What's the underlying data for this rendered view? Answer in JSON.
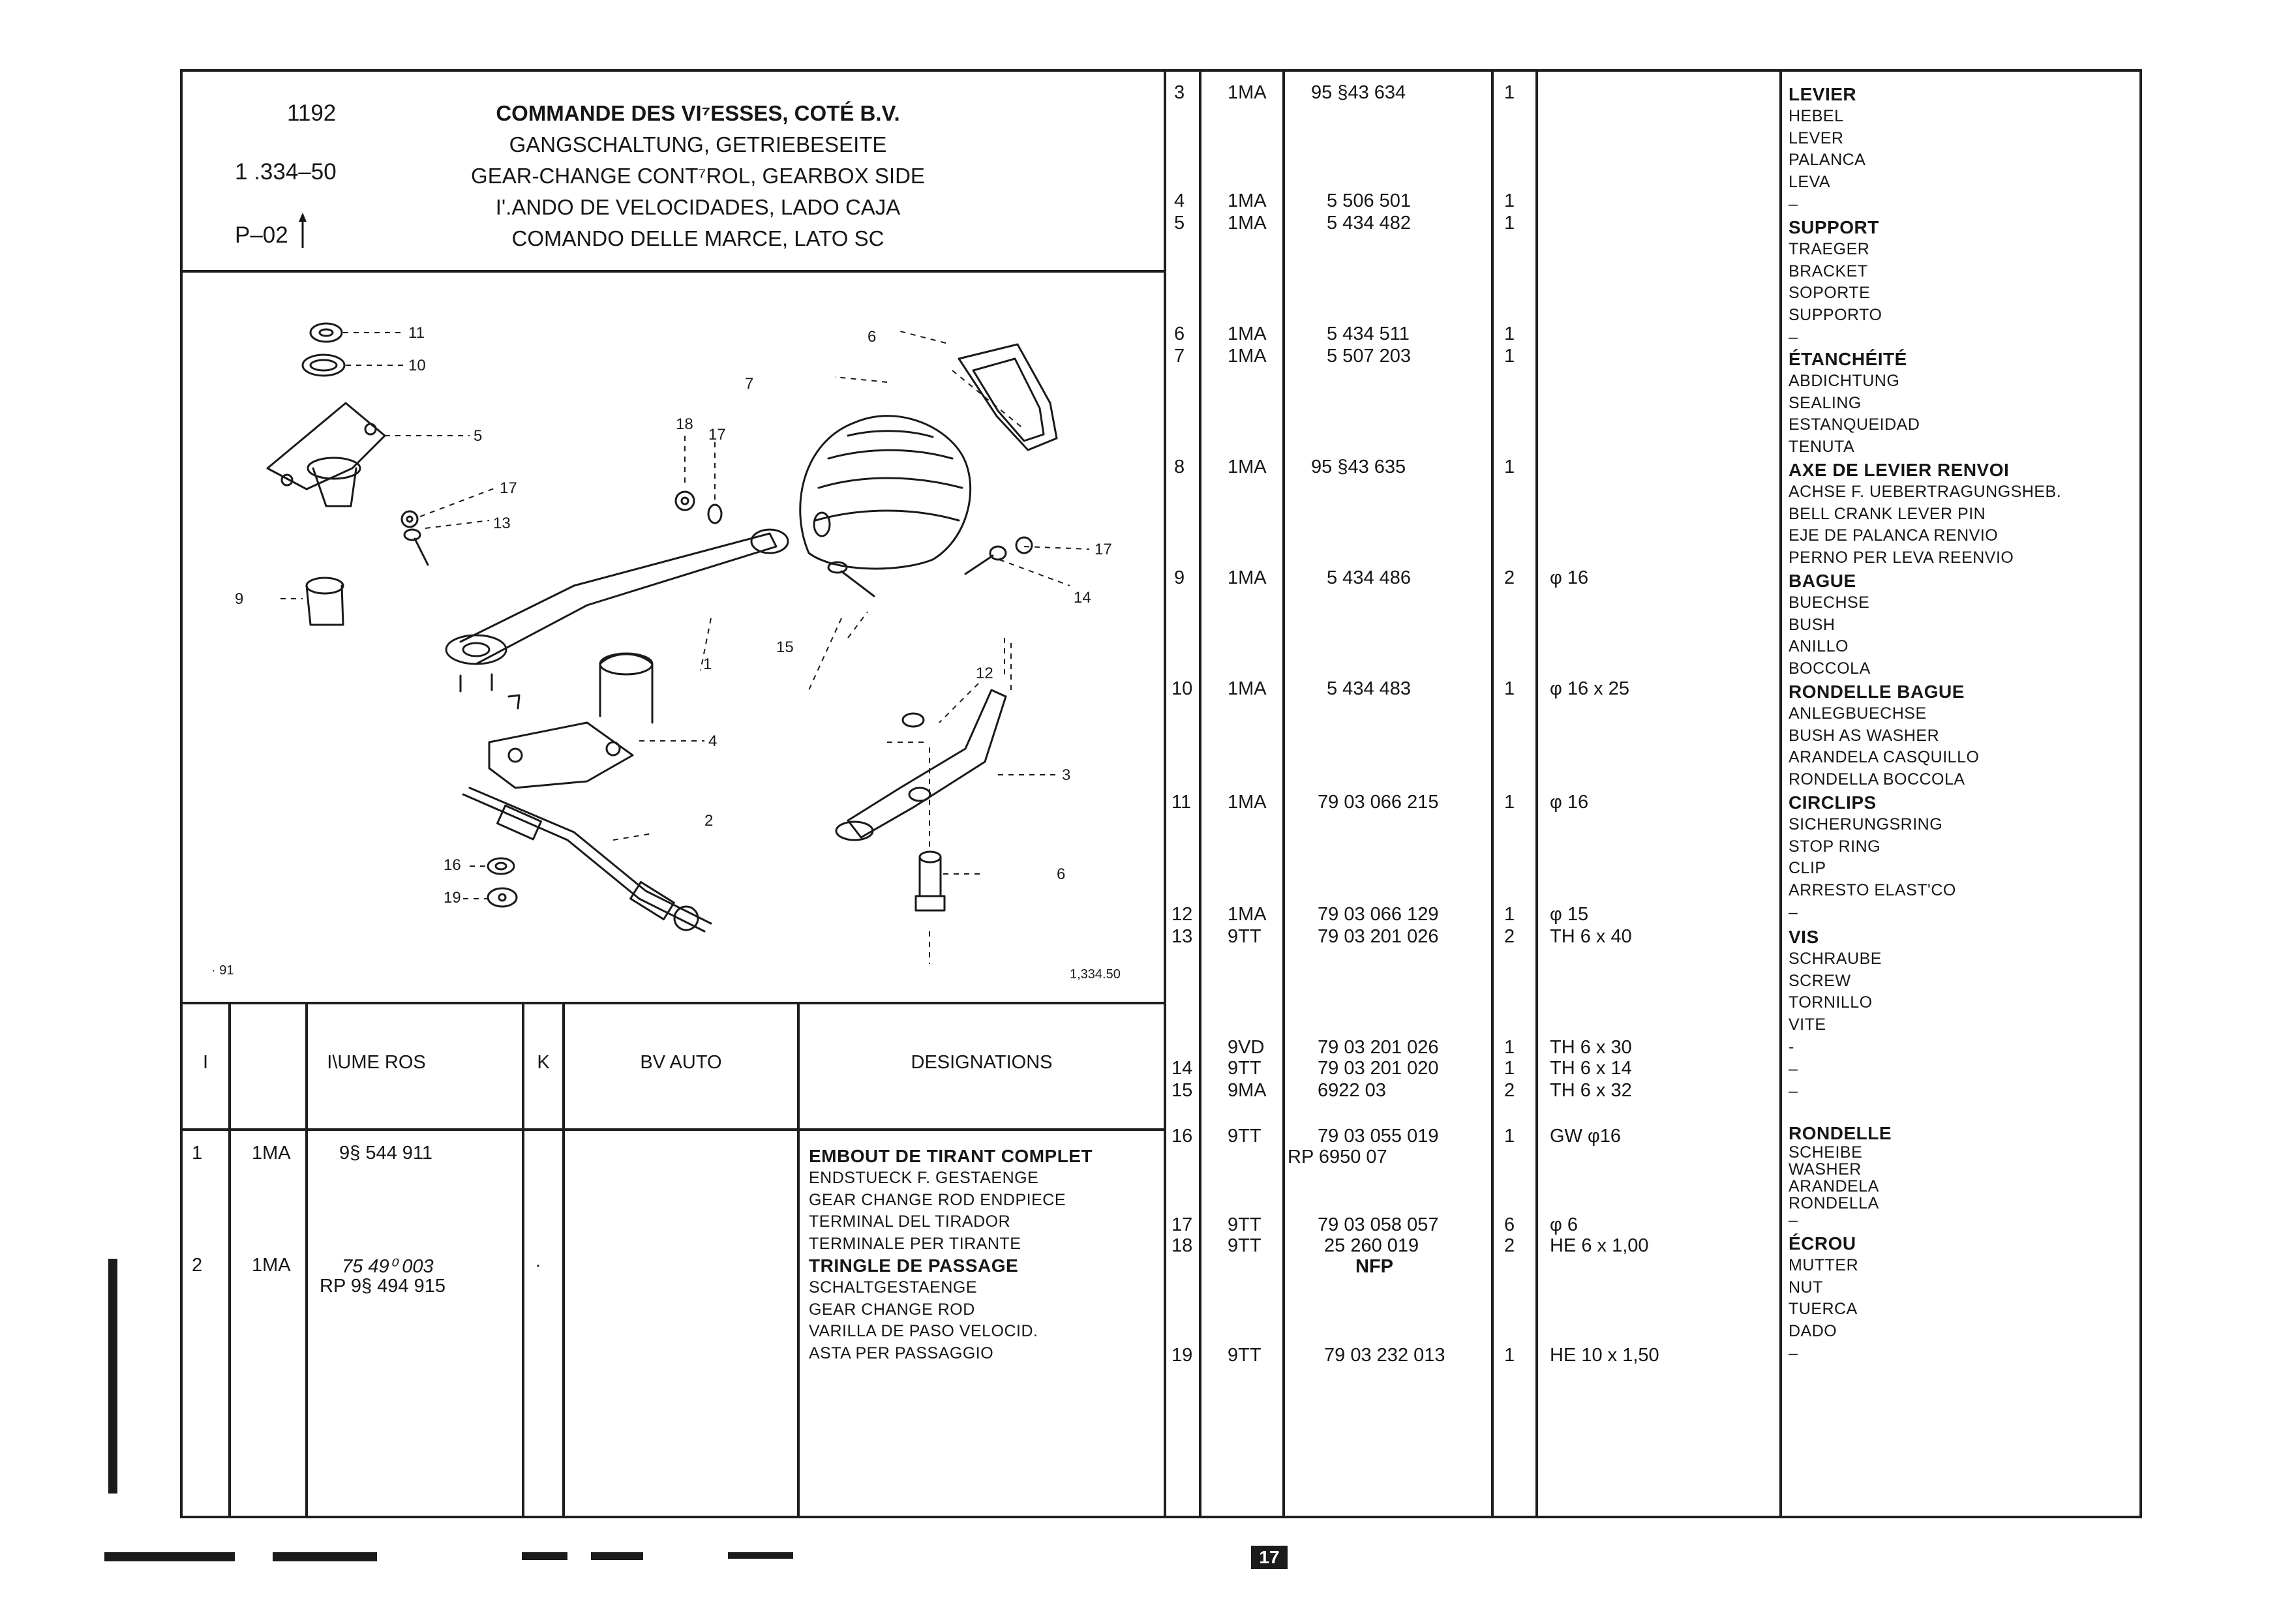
{
  "header": {
    "plate_no": "1192",
    "ref_no": "1 .334–50",
    "page_ref": "P–02",
    "title_lines": [
      "COMMANDE DES VI⁷ESSES, COTÉ B.V.",
      "GANGSCHALTUNG, GETRIEBESEITE",
      "GEAR-CHANGE CONT⁷ROL, GEARBOX SIDE",
      "I'.ANDO DE VELOCIDADES, LADO CAJA",
      "COMANDO DELLE MARCE, LATO SC"
    ]
  },
  "diagram": {
    "footer_left": "· 91",
    "footer_right": "1,334.50",
    "callouts": [
      "11",
      "10",
      "5",
      "18",
      "17",
      "17",
      "13",
      "7",
      "6",
      "17",
      "14",
      "9",
      "15",
      "1",
      "12",
      "4",
      "3",
      "2",
      "16",
      "19",
      "6"
    ]
  },
  "table_header": {
    "col_index": "I",
    "col_numeros": "I\\UME ROS",
    "col_k": "K",
    "col_bv": "BV AUTO",
    "col_designations": "DESIGNATIONS"
  },
  "left_rows": [
    {
      "idx": "1",
      "code": "1MA",
      "num": "9§ 544 911",
      "num2": "",
      "k": "",
      "title": "EMBOUT DE TIRANT COMPLET",
      "lines": [
        "ENDSTUECK F. GESTAENGE",
        "GEAR CHANGE ROD ENDPIECE",
        "TERMINAL DEL TIRADOR",
        "TERMINALE PER TIRANTE"
      ]
    },
    {
      "idx": "2",
      "code": "1MA",
      "num": "75 49⁰ 003",
      "num2": "RP 9§ 494 915",
      "k": "·",
      "title": "TRINGLE DE PASSAGE",
      "lines": [
        "SCHALTGESTAENGE",
        "GEAR CHANGE ROD",
        "VARILLA DE PASO VELOCID.",
        "ASTA PER PASSAGGIO"
      ]
    }
  ],
  "right_rows": [
    {
      "idx": "3",
      "code": "1MA",
      "num": "95 §43 634",
      "qty": "1",
      "note": ""
    },
    {
      "idx": "4",
      "code": "1MA",
      "num": "5 506 501",
      "qty": "1",
      "note": ""
    },
    {
      "idx": "5",
      "code": "1MA",
      "num": "5 434 482",
      "qty": "1",
      "note": ""
    },
    {
      "idx": "6",
      "code": "1MA",
      "num": "5 434 511",
      "qty": "1",
      "note": ""
    },
    {
      "idx": "7",
      "code": "1MA",
      "num": "5 507 203",
      "qty": "1",
      "note": ""
    },
    {
      "idx": "8",
      "code": "1MA",
      "num": "95 §43 635",
      "qty": "1",
      "note": ""
    },
    {
      "idx": "9",
      "code": "1MA",
      "num": "5 434 486",
      "qty": "2",
      "note": "φ 16"
    },
    {
      "idx": "10",
      "code": "1MA",
      "num": "5 434 483",
      "qty": "1",
      "note": "φ 16 x 25"
    },
    {
      "idx": "11",
      "code": "1MA",
      "num": "79 03 066 215",
      "qty": "1",
      "note": "φ 16"
    },
    {
      "idx": "12",
      "code": "1MA",
      "num": "79 03 066 129",
      "qty": "1",
      "note": "φ 15"
    },
    {
      "idx": "13",
      "code": "9TT",
      "num": "79 03 201 026",
      "qty": "2",
      "note": "TH 6 x 40"
    },
    {
      "idx": "",
      "code": "9VD",
      "num": "79 03 201 026",
      "qty": "1",
      "note": "TH 6 x 30"
    },
    {
      "idx": "14",
      "code": "9TT",
      "num": "79 03 201 020",
      "qty": "1",
      "note": "TH 6 x 14"
    },
    {
      "idx": "15",
      "code": "9MA",
      "num": "6922 03",
      "qty": "2",
      "note": "TH 6 x 32"
    },
    {
      "idx": "16",
      "code": "9TT",
      "num": "79 03 055 019",
      "qty": "1",
      "note": "GW φ16"
    },
    {
      "idx": "",
      "code": "",
      "num": "RP 6950 07",
      "qty": "",
      "note": ""
    },
    {
      "idx": "17",
      "code": "9TT",
      "num": "79 03 058 057",
      "qty": "6",
      "note": "φ 6"
    },
    {
      "idx": "18",
      "code": "9TT",
      "num": "25 260 019",
      "qty": "2",
      "note": "HE 6 x 1,00"
    },
    {
      "idx": "",
      "code": "",
      "num": "NFP",
      "qty": "",
      "note": ""
    },
    {
      "idx": "19",
      "code": "9TT",
      "num": "79 03 232 013",
      "qty": "1",
      "note": "HE 10 x 1,50"
    }
  ],
  "designations": [
    {
      "title": "LEVIER",
      "lines": [
        "HEBEL",
        "LEVER",
        "PALANCA",
        "LEVA",
        "–"
      ]
    },
    {
      "title": "SUPPORT",
      "lines": [
        "TRAEGER",
        "BRACKET",
        "SOPORTE",
        "SUPPORTO",
        "–"
      ]
    },
    {
      "title": "ÉTANCHÉITÉ",
      "lines": [
        "ABDICHTUNG",
        "SEALING",
        "ESTANQUEIDAD",
        "TENUTA"
      ]
    },
    {
      "title": "AXE DE LEVIER RENVOI",
      "lines": [
        "ACHSE F. UEBERTRAGUNGSHEB.",
        "BELL CRANK LEVER PIN",
        "EJE DE PALANCA RENVIO",
        "PERNO PER LEVA REENVIO"
      ]
    },
    {
      "title": "BAGUE",
      "lines": [
        "BUECHSE",
        "BUSH",
        "ANILLO",
        "BOCCOLA"
      ]
    },
    {
      "title": "RONDELLE BAGUE",
      "lines": [
        "ANLEGBUECHSE",
        "BUSH AS WASHER",
        "ARANDELA CASQUILLO",
        "RONDELLA BOCCOLA"
      ]
    },
    {
      "title": "CIRCLIPS",
      "lines": [
        "SICHERUNGSRING",
        "STOP RING",
        "CLIP",
        "ARRESTO ELAST'CO",
        "–"
      ]
    },
    {
      "title": "VIS",
      "lines": [
        "SCHRAUBE",
        "SCREW",
        "TORNILLO",
        "VITE",
        "-",
        "–",
        "–"
      ]
    },
    {
      "title": "RONDELLE",
      "lines": [
        "SCHEIBE",
        "WASHER",
        "ARANDELA",
        "RONDELLA",
        "–"
      ]
    },
    {
      "title": "ÉCROU",
      "lines": [
        "MUTTER",
        "NUT",
        "TUERCA",
        "DADO",
        "–"
      ]
    }
  ],
  "page_number": "17"
}
